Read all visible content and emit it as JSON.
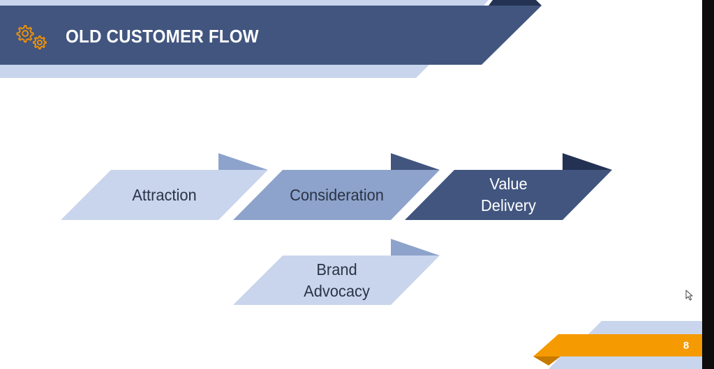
{
  "slide": {
    "title": "OLD CUSTOMER FLOW",
    "page_number": "8",
    "header_icon": "gears-icon"
  },
  "flow": {
    "steps": [
      {
        "line1": "Attraction",
        "line2": ""
      },
      {
        "line1": "Consideration",
        "line2": ""
      },
      {
        "line1": "Value",
        "line2": "Delivery"
      },
      {
        "line1": "Brand",
        "line2": "Advocacy"
      }
    ]
  },
  "colors": {
    "header_band": "#41557f",
    "header_dark": "#233253",
    "light_band": "#c9d5ec",
    "step_light": "#c9d5ec",
    "step_mid": "#8da3cb",
    "step_dark": "#41557f",
    "accent_orange": "#f59a00",
    "icon_orange": "#e8900c"
  }
}
